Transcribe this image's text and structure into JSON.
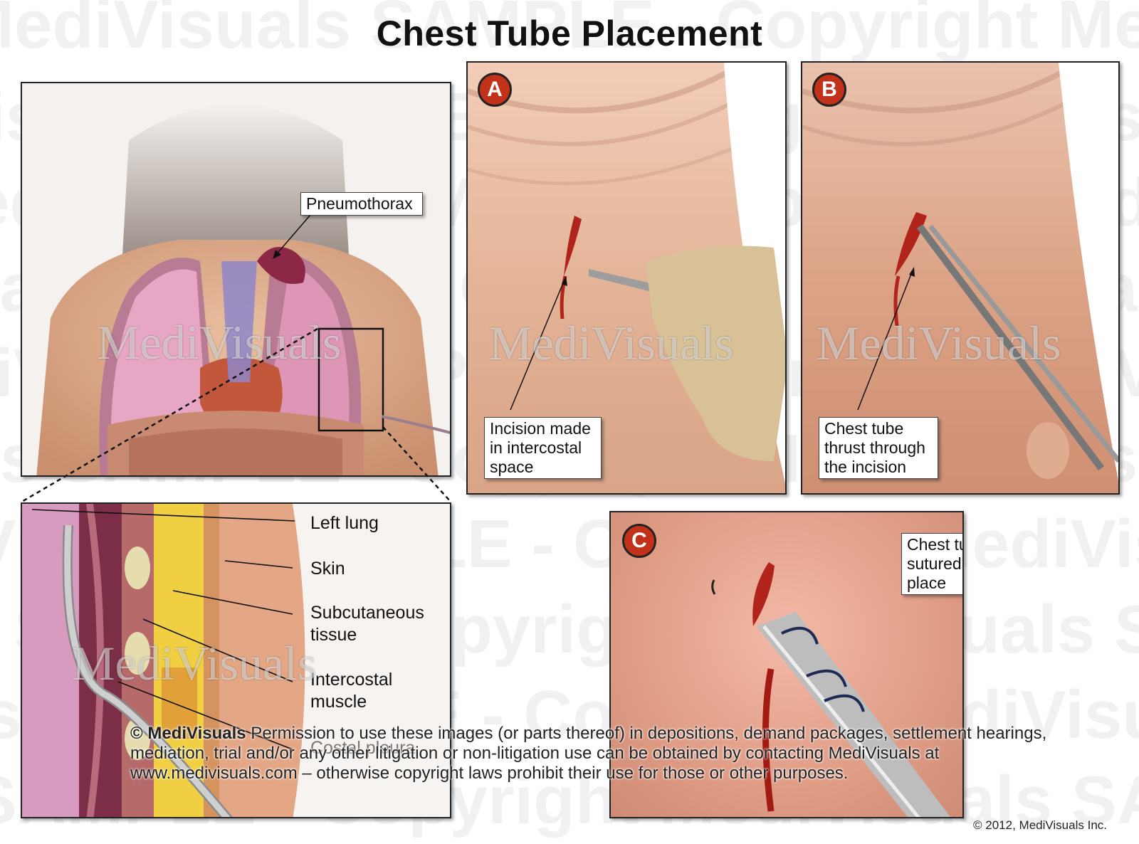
{
  "title": "Chest Tube Placement",
  "overview": {
    "callout": "Pneumothorax"
  },
  "panels": [
    {
      "badge": "A",
      "callout": "Incision made\nin intercostal\nspace"
    },
    {
      "badge": "B",
      "callout": "Chest tube\nthrust through\nthe incision"
    },
    {
      "badge": "C",
      "callout": "Chest tube\nsutured into\nplace"
    }
  ],
  "detail_labels": [
    "Left lung",
    "Skin",
    "Subcutaneous\ntissue",
    "Intercostal\nmuscle",
    "Costal pleura"
  ],
  "watermark": "MediVisuals SAMPLE - Copyright MediVisuals SAMPLE - Copyright",
  "logo_text": "MediVisuals",
  "permission": {
    "brand": "© MediVisuals",
    "text": " Permission to use these images (or parts thereof) in depositions, demand packages, settlement hearings, mediation, trial and/or any other litigation or non-litigation use can be obtained by contacting MediVisuals at www.medivisuals.com – otherwise copyright laws prohibit their use for those or other purposes."
  },
  "copyright": "© 2012, MediVisuals Inc."
}
